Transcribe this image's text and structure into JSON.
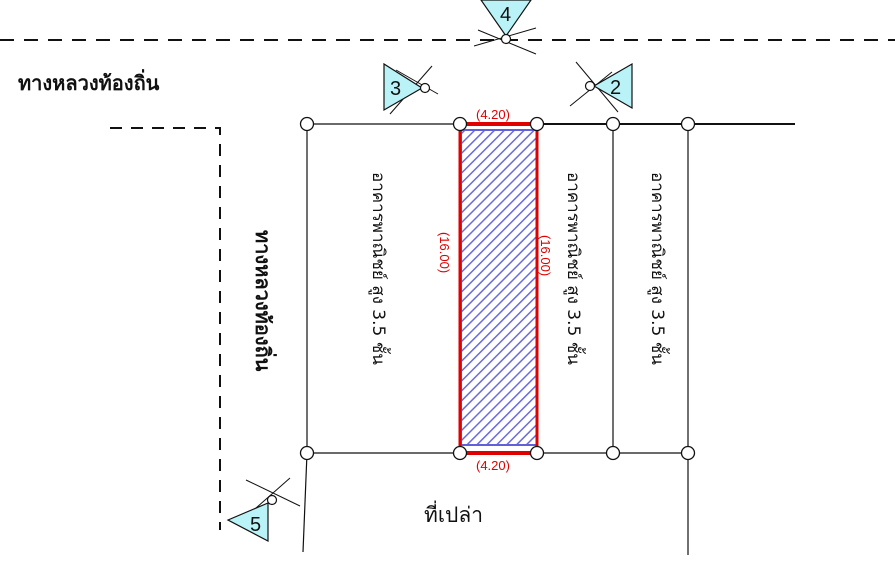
{
  "road_top_label": "ทางหลวงท้องถิ่น",
  "road_left_label": "ทางหลวงท้องถิ่น",
  "buildings": [
    {
      "label": "อาคารพาณิชย์ สูง 3.5 ชั้น"
    },
    {
      "label": "อาคารพาณิชย์ สูง 3.5 ชั้น"
    },
    {
      "label": "อาคารพาณิชย์ สูง 3.5 ชั้น"
    }
  ],
  "empty_land_label": "ที่เปล่า",
  "dimensions": {
    "top": "(4.20)",
    "bottom": "(4.20)",
    "left": "(16.00)",
    "right": "(16.00)"
  },
  "markers": [
    "2",
    "3",
    "4",
    "5"
  ],
  "colors": {
    "highlight_edge": "#e00000",
    "hatch": "#6b6bdc",
    "marker_fill": "#b9f3f7"
  }
}
